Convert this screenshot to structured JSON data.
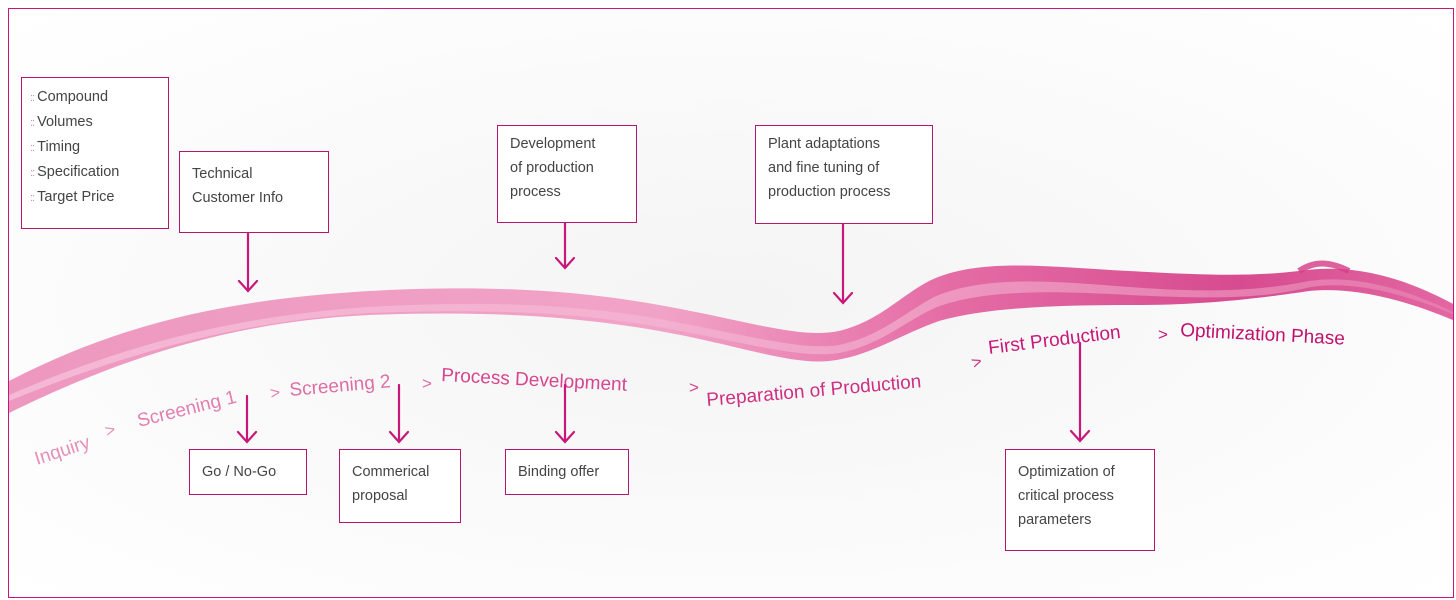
{
  "checklist": [
    "Compound",
    "Volumes",
    "Timing",
    "Specification",
    "Target Price"
  ],
  "top_boxes": {
    "technical": [
      "Technical",
      "Customer Info"
    ],
    "development": [
      "Development",
      "of production",
      "process"
    ],
    "plant": [
      "Plant adaptations",
      "and fine tuning of",
      "production process"
    ]
  },
  "bottom_boxes": {
    "gonogo": [
      "Go / No-Go"
    ],
    "commercial": [
      "Commerical",
      "proposal"
    ],
    "binding": [
      "Binding offer"
    ],
    "optimization": [
      "Optimization of",
      "critical process",
      "parameters"
    ]
  },
  "stages": {
    "inquiry": "Inquiry",
    "screening1": "Screening 1",
    "screening2": "Screening 2",
    "process_dev": "Process Development",
    "preparation": "Preparation of Production",
    "first_production": "First Production",
    "optimization_phase": "Optimization Phase",
    "separator": ">"
  },
  "colors": {
    "brand": "#c8177a",
    "box_border": "#b5176f",
    "stage_light": "#e68fb9",
    "stage_mid": "#d6458f",
    "stage_dark": "#c0126d"
  }
}
